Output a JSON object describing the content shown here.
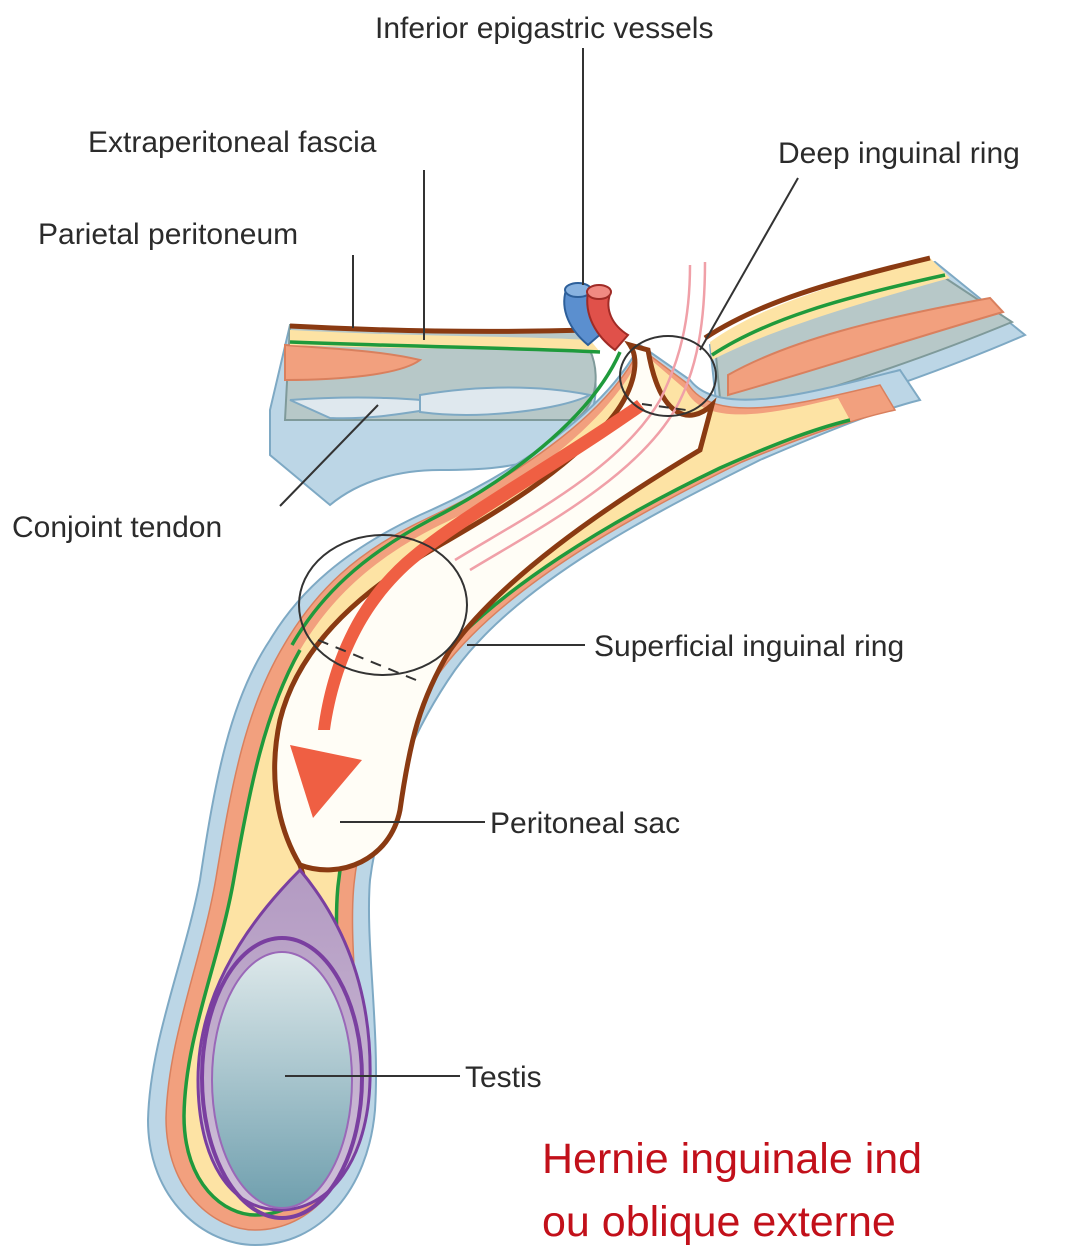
{
  "labels": {
    "inferior_epigastric": "Inferior epigastric vessels",
    "extraperitoneal": "Extraperitoneal fascia",
    "deep_ring": "Deep inguinal ring",
    "parietal": "Parietal peritoneum",
    "conjoint": "Conjoint tendon",
    "superficial_ring": "Superficial inguinal ring",
    "peritoneal_sac": "Peritoneal sac",
    "testis": "Testis"
  },
  "caption": {
    "line1": "Hernie inguinale ind",
    "line2": "ou oblique externe"
  },
  "colors": {
    "brown": "#8a3a12",
    "green": "#1f9a3c",
    "cream": "#fde3a4",
    "salmon": "#f2a07e",
    "blue_layer": "#bcd6e6",
    "gray_layer": "#b7c8c8",
    "arrow": "#ef5f43",
    "purple": "#7a3fa0",
    "testis": "#a9c6cf",
    "caption": "#c2101a"
  }
}
